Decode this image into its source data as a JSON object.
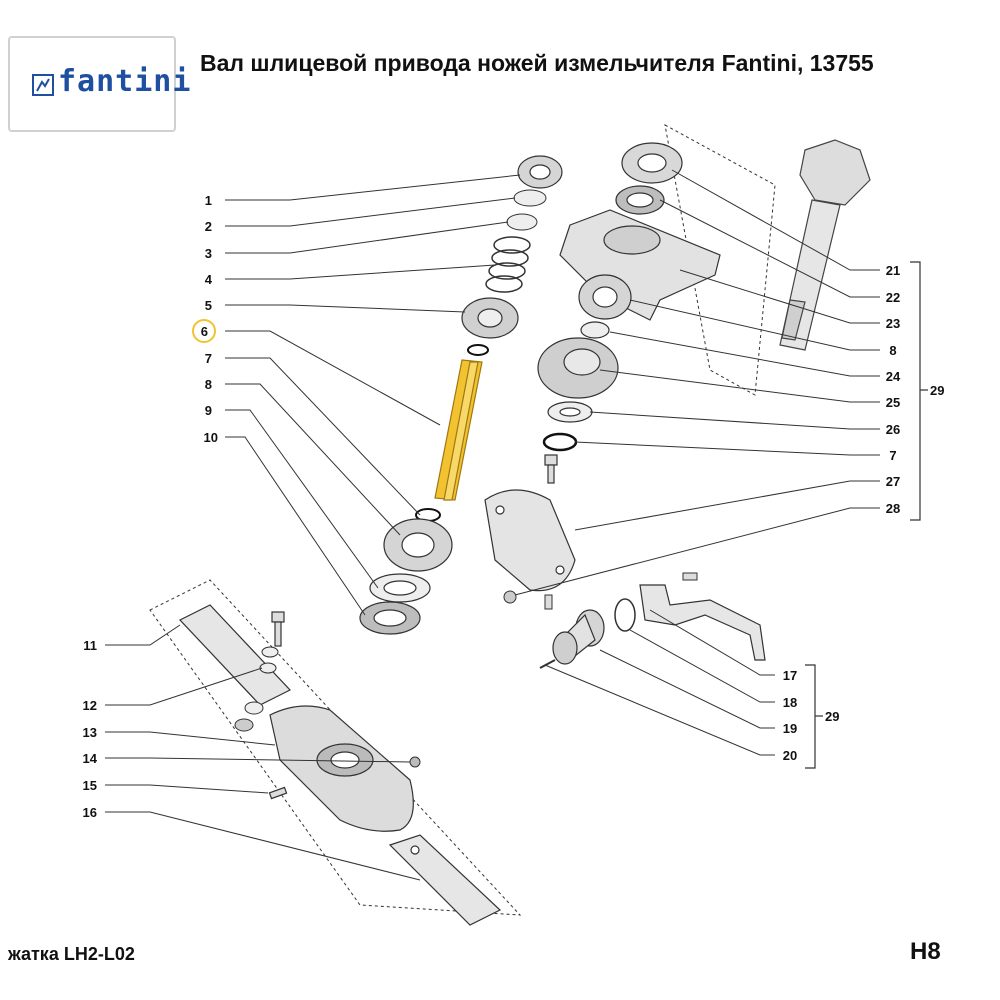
{
  "logo": {
    "text": "fantini",
    "color": "#1f4fa0"
  },
  "title": "Вал шлицевой привода ножей измельчителя Fantini, 13755",
  "footer": {
    "left": "жатка LH2-L02",
    "right": "H8"
  },
  "highlight_color": "#f2c230",
  "highlight_part": "6",
  "callouts_left": [
    "1",
    "2",
    "3",
    "4",
    "5",
    "6",
    "7",
    "8",
    "9",
    "10",
    "11",
    "12",
    "13",
    "14",
    "15",
    "16"
  ],
  "callouts_right": [
    "21",
    "22",
    "23",
    "8",
    "24",
    "25",
    "26",
    "7",
    "27",
    "28"
  ],
  "callouts_lower": [
    "17",
    "18",
    "19",
    "20"
  ],
  "group_labels": [
    "29",
    "29"
  ]
}
